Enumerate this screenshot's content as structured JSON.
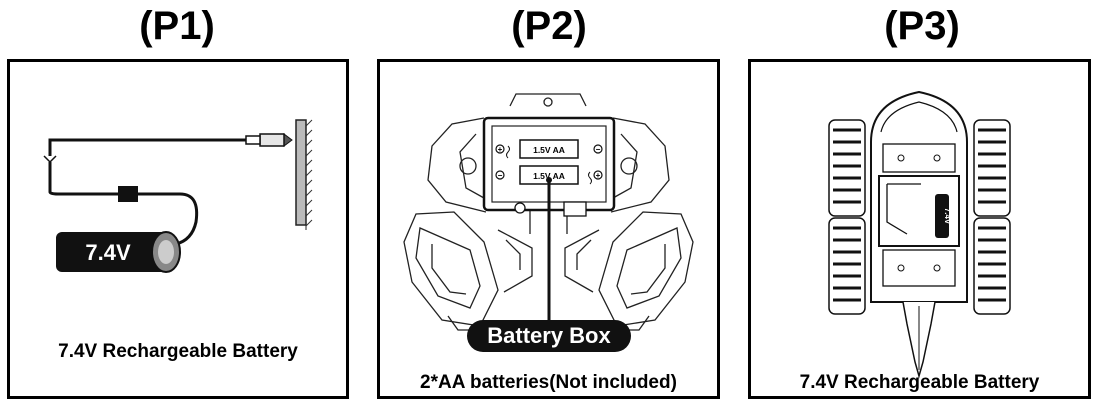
{
  "panels": [
    {
      "label": "(P1)",
      "caption": "7.4V Rechargeable Battery",
      "battery_text": "7.4V"
    },
    {
      "label": "(P2)",
      "caption": "2*AA batteries(Not included)",
      "callout": "Battery Box",
      "cell_label": "1.5V AA"
    },
    {
      "label": "(P3)",
      "caption": "7.4V Rechargeable Battery",
      "battery_text": "7.4V"
    }
  ]
}
